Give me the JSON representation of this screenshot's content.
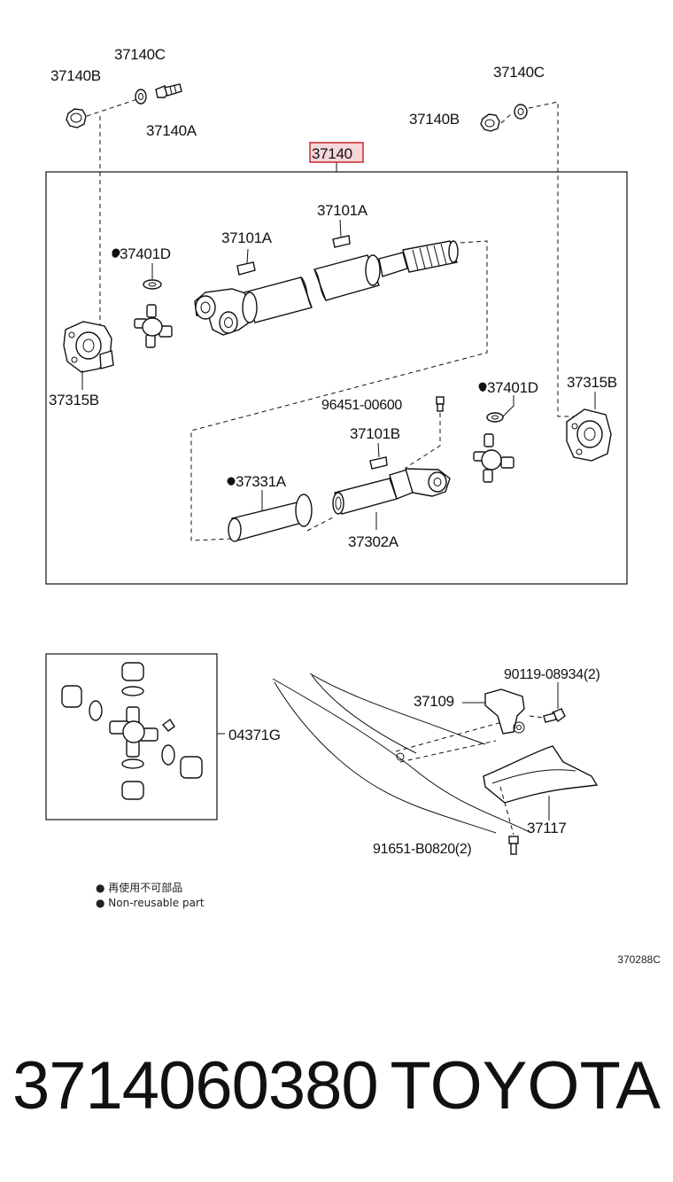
{
  "labels": {
    "l37140B_left": "37140B",
    "l37140C_left": "37140C",
    "l37140A": "37140A",
    "l37140C_right": "37140C",
    "l37140B_right": "37140B",
    "l37140_main": "37140",
    "l37101A_top": "37101A",
    "l37101A_mid": "37101A",
    "l37401D_left": "●37401D",
    "l37315B_left": "37315B",
    "l96451": "96451-00600",
    "l37401D_right": "●37401D",
    "l37315B_right": "37315B",
    "l37101B": "37101B",
    "l37331A": "●37331A",
    "l37302A": "37302A",
    "l04371G": "04371G",
    "l90119": "90119-08934(2)",
    "l37109": "37109",
    "l37117": "37117",
    "l91651": "91651-B0820(2)"
  },
  "legend": {
    "jp": "● 再使用不可部品",
    "en": "● Non-reusable part"
  },
  "figure_code": "370288C",
  "footer": {
    "part_number": "3714060380",
    "brand": "TOYOTA"
  },
  "colors": {
    "highlight_border": "#d0343a",
    "highlight_fill": "#f6d6d8",
    "ink": "#111111"
  }
}
